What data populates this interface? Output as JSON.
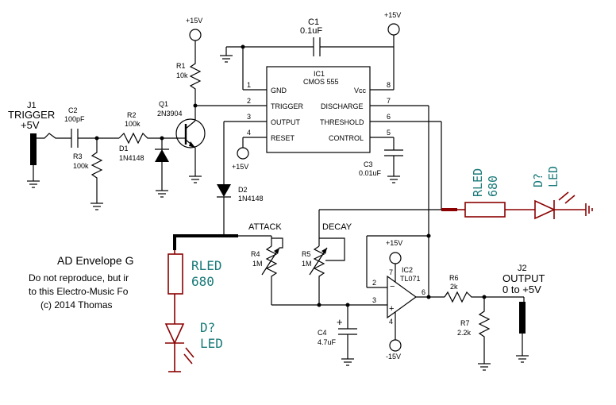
{
  "title_block": {
    "title": "AD Envelope G",
    "line1": "Do not reproduce, but ir",
    "line2": "to this Electro-Music Fo",
    "line3": "(c) 2014 Thomas"
  },
  "connectors": {
    "j1_ref": "J1",
    "j1_name": "TRIGGER",
    "j1_level": "+5V",
    "j2_ref": "J2",
    "j2_name": "OUTPUT",
    "j2_range": "0 to +5V"
  },
  "power": {
    "vcc": "+15V",
    "vee": "-15V"
  },
  "components": {
    "c1_ref": "C1",
    "c1_val": "0.1uF",
    "c2_ref": "C2",
    "c2_val": "100pF",
    "c3_ref": "C3",
    "c3_val": "0.01uF",
    "c4_ref": "C4",
    "c4_val": "4.7uF",
    "r1_ref": "R1",
    "r1_val": "10k",
    "r2_ref": "R2",
    "r2_val": "100k",
    "r3_ref": "R3",
    "r3_val": "100k",
    "r4_ref": "R4",
    "r4_val": "1M",
    "r5_ref": "R5",
    "r5_val": "1M",
    "r6_ref": "R6",
    "r6_val": "2k",
    "r7_ref": "R7",
    "r7_val": "2.2k",
    "q1_ref": "Q1",
    "q1_val": "2N3904",
    "d1_ref": "D1",
    "d1_val": "1N4148",
    "d2_ref": "D2",
    "d2_val": "1N4148"
  },
  "ic1": {
    "ref": "IC1",
    "part": "CMOS 555",
    "pins": {
      "p1_num": "1",
      "p1_name": "GND",
      "p2_num": "2",
      "p2_name": "TRIGGER",
      "p3_num": "3",
      "p3_name": "OUTPUT",
      "p4_num": "4",
      "p4_name": "RESET",
      "p5_num": "5",
      "p5_name": "CONTROL",
      "p6_num": "6",
      "p6_name": "THRESHOLD",
      "p7_num": "7",
      "p7_name": "DISCHARGE",
      "p8_num": "8",
      "p8_name": "Vcc"
    }
  },
  "ic2": {
    "ref": "IC2",
    "part": "TL071",
    "p2": "2",
    "p3": "3",
    "p4": "4",
    "p6": "6",
    "p7": "7"
  },
  "labels": {
    "attack": "ATTACK",
    "decay": "DECAY"
  },
  "leds": {
    "led1_r_ref": "RLED",
    "led1_r_val": "680",
    "led1_d_ref": "D?",
    "led1_d_val": "LED",
    "led2_r_ref": "RLED",
    "led2_r_val": "680",
    "led2_d_ref": "D?",
    "led2_d_val": "LED"
  },
  "colors": {
    "wire": "#000000",
    "led_circuit": "#8b0000",
    "led_label": "#1a7a7a"
  }
}
